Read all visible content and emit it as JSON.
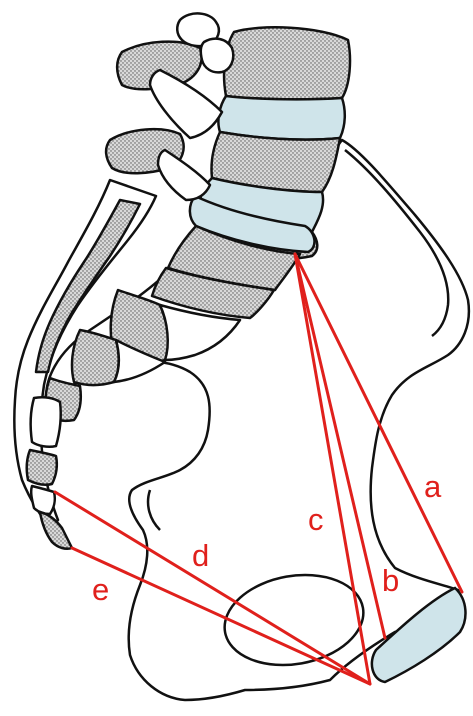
{
  "colors": {
    "outline": "#111111",
    "bone_fill": "#ffffff",
    "vertebra_fill": "#d9d9d9",
    "stipple": "#555555",
    "disc_fill": "#cfe4ea",
    "measure_line": "#e0201c"
  },
  "labels": {
    "a": "a",
    "b": "b",
    "c": "c",
    "d": "d",
    "e": "e"
  }
}
